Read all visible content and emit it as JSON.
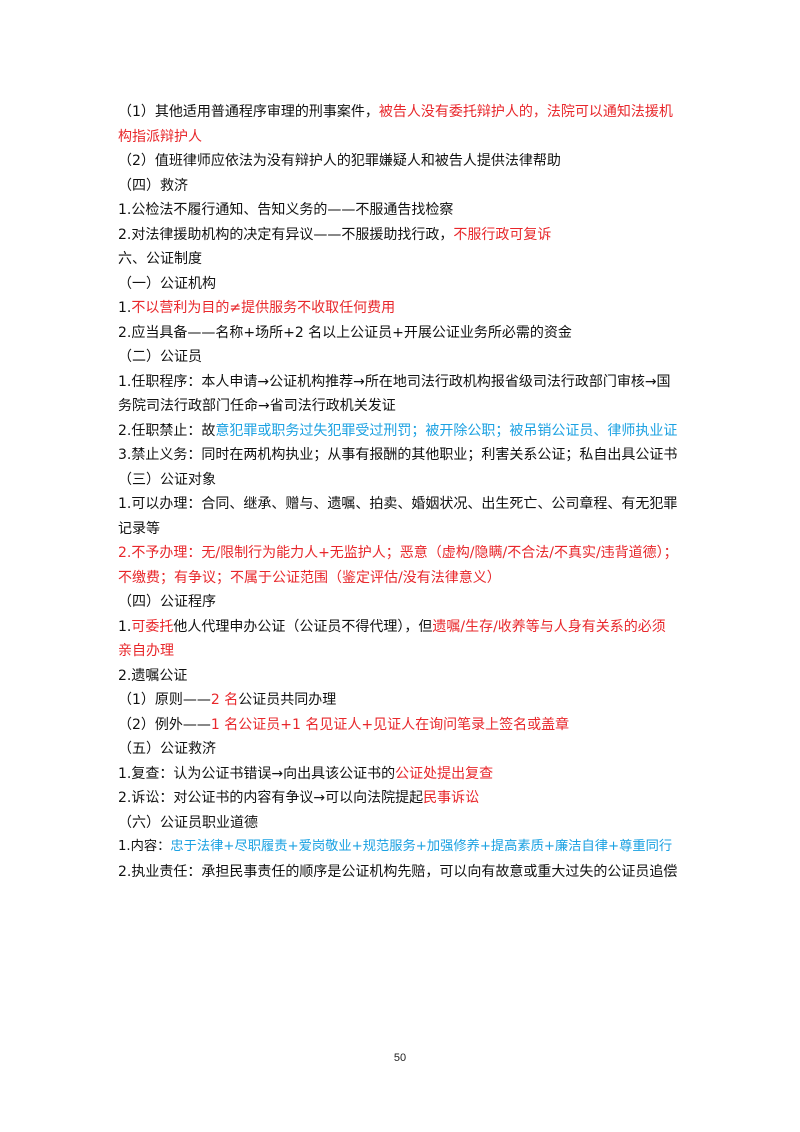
{
  "colors": {
    "text": "#111111",
    "highlight_red": "#e8272b",
    "highlight_blue": "#1ba1e2"
  },
  "lines": [
    [
      {
        "t": "（1）其他适用普通程序审理的刑事案件，"
      },
      {
        "t": "被告人没有委托辩护人的，法院可以通知法援机",
        "c": "red"
      }
    ],
    [
      {
        "t": "构指派辩护人",
        "c": "red"
      }
    ],
    [
      {
        "t": "（2）值班律师应依法为没有辩护人的犯罪嫌疑人和被告人提供法律帮助"
      }
    ],
    [
      {
        "t": "（四）救济"
      }
    ],
    [
      {
        "t": "1.公检法不履行通知、告知义务的——不服通告找检察"
      }
    ],
    [
      {
        "t": "2.对法律援助机构的决定有异议——不服援助找行政，"
      },
      {
        "t": "不服行政可复诉",
        "c": "red"
      }
    ],
    [
      {
        "t": "六、公证制度"
      }
    ],
    [
      {
        "t": "（一）公证机构"
      }
    ],
    [
      {
        "t": "1."
      },
      {
        "t": "不以营利为目的≠提供服务不收取任何费用",
        "c": "red"
      }
    ],
    [
      {
        "t": "2.应当具备——名称+场所+2 名以上公证员+开展公证业务所必需的资金"
      }
    ],
    [
      {
        "t": "（二）公证员"
      }
    ],
    [
      {
        "t": "1.任职程序：本人申请→公证机构推荐→所在地司法行政机构报省级司法行政部门审核→国"
      }
    ],
    [
      {
        "t": "务院司法行政部门任命→省司法行政机关发证"
      }
    ],
    [
      {
        "t": "2.任职禁止：故"
      },
      {
        "t": "意犯罪或职务过失犯罪受过刑罚；被开除公职；被吊销公证员、律师执业证",
        "c": "blue"
      }
    ],
    [
      {
        "t": "3.禁止义务：同时在两机构执业；从事有报酬的其他职业；利害关系公证；私自出具公证书"
      }
    ],
    [
      {
        "t": "（三）公证对象"
      }
    ],
    [
      {
        "t": "1.可以办理：合同、继承、赠与、遗嘱、拍卖、婚姻状况、出生死亡、公司章程、有无犯罪"
      }
    ],
    [
      {
        "t": "记录等"
      }
    ],
    [
      {
        "t": "2.不予办理：无/限制行为能力人+无监护人；恶意（虚构/隐瞒/不合法/不真实/违背道德）；",
        "c": "red"
      }
    ],
    [
      {
        "t": "不缴费；有争议；不属于公证范围（鉴定评估/没有法律意义）",
        "c": "red"
      }
    ],
    [
      {
        "t": "（四）公证程序"
      }
    ],
    [
      {
        "t": "1."
      },
      {
        "t": "可委托",
        "c": "red"
      },
      {
        "t": "他人代理申办公证（公证员不得代理），但"
      },
      {
        "t": "遗嘱/生存/收养等与人身有关系的必须",
        "c": "red"
      }
    ],
    [
      {
        "t": "亲自办理",
        "c": "red"
      }
    ],
    [
      {
        "t": "2.遗嘱公证"
      }
    ],
    [
      {
        "t": "（1）原则——"
      },
      {
        "t": "2 名",
        "c": "red"
      },
      {
        "t": "公证员共同办理"
      }
    ],
    [
      {
        "t": "（2）例外——"
      },
      {
        "t": "1 名公证员+1 名见证人+见证人在询问笔录上签名或盖章",
        "c": "red"
      }
    ],
    [
      {
        "t": "（五）公证救济"
      }
    ],
    [
      {
        "t": "1.复查：认为公证书错误→向出具该公证书的"
      },
      {
        "t": "公证处提出复查",
        "c": "red"
      }
    ],
    [
      {
        "t": "2.诉讼：对公证书的内容有争议→可以向法院提起"
      },
      {
        "t": "民事诉讼",
        "c": "red"
      }
    ],
    [
      {
        "t": "（六）公证员职业道德"
      }
    ],
    [
      {
        "t": "1.内容："
      },
      {
        "t": "忠于法律+尽职履责+爱岗敬业+规范服务+加强修养+提高素质+廉洁自律+尊重同行",
        "c": "blue"
      }
    ],
    [
      {
        "t": "2.执业责任：承担民事责任的顺序是公证机构先赔，可以向有故意或重大过失的公证员追偿"
      }
    ]
  ],
  "page_number": "50"
}
